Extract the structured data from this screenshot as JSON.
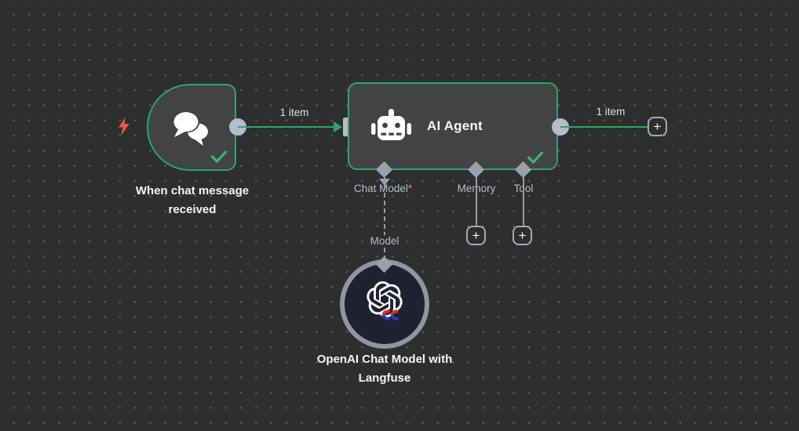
{
  "canvas": {
    "type": "workflow-editor"
  },
  "trigger_node": {
    "label": "When chat message received"
  },
  "agent_node": {
    "title": "AI Agent",
    "ports": {
      "chat_model": {
        "label": "Chat Model",
        "required_marker": "*"
      },
      "memory": {
        "label": "Memory"
      },
      "tool": {
        "label": "Tool"
      }
    }
  },
  "model_node": {
    "label": "OpenAI Chat Model with Langfuse",
    "port_label": "Model"
  },
  "connections": {
    "trigger_to_agent": {
      "label": "1 item"
    },
    "agent_output": {
      "label": "1 item"
    }
  },
  "plus_glyph": "+",
  "colors": {
    "canvas_bg": "#2d2e2e",
    "dot": "#5a5b5b",
    "node_fill": "#414344",
    "node_border": "#2fa46b",
    "wire_green": "#2fa46b",
    "check_green": "#3fae6e",
    "connector_gray": "#b6bcc8",
    "diamond_gray": "#9aa0ad",
    "line_gray": "#959ba8",
    "plus_border": "#a4aab5",
    "text_primary": "#f3f5f8",
    "text_secondary": "#b7bdc8",
    "conn_label": "#dde1e8",
    "asterisk_red": "#f25749",
    "bolt_orange": "#e85c41",
    "openai_fill": "#1e2132",
    "openai_ring": "#9095a0"
  }
}
